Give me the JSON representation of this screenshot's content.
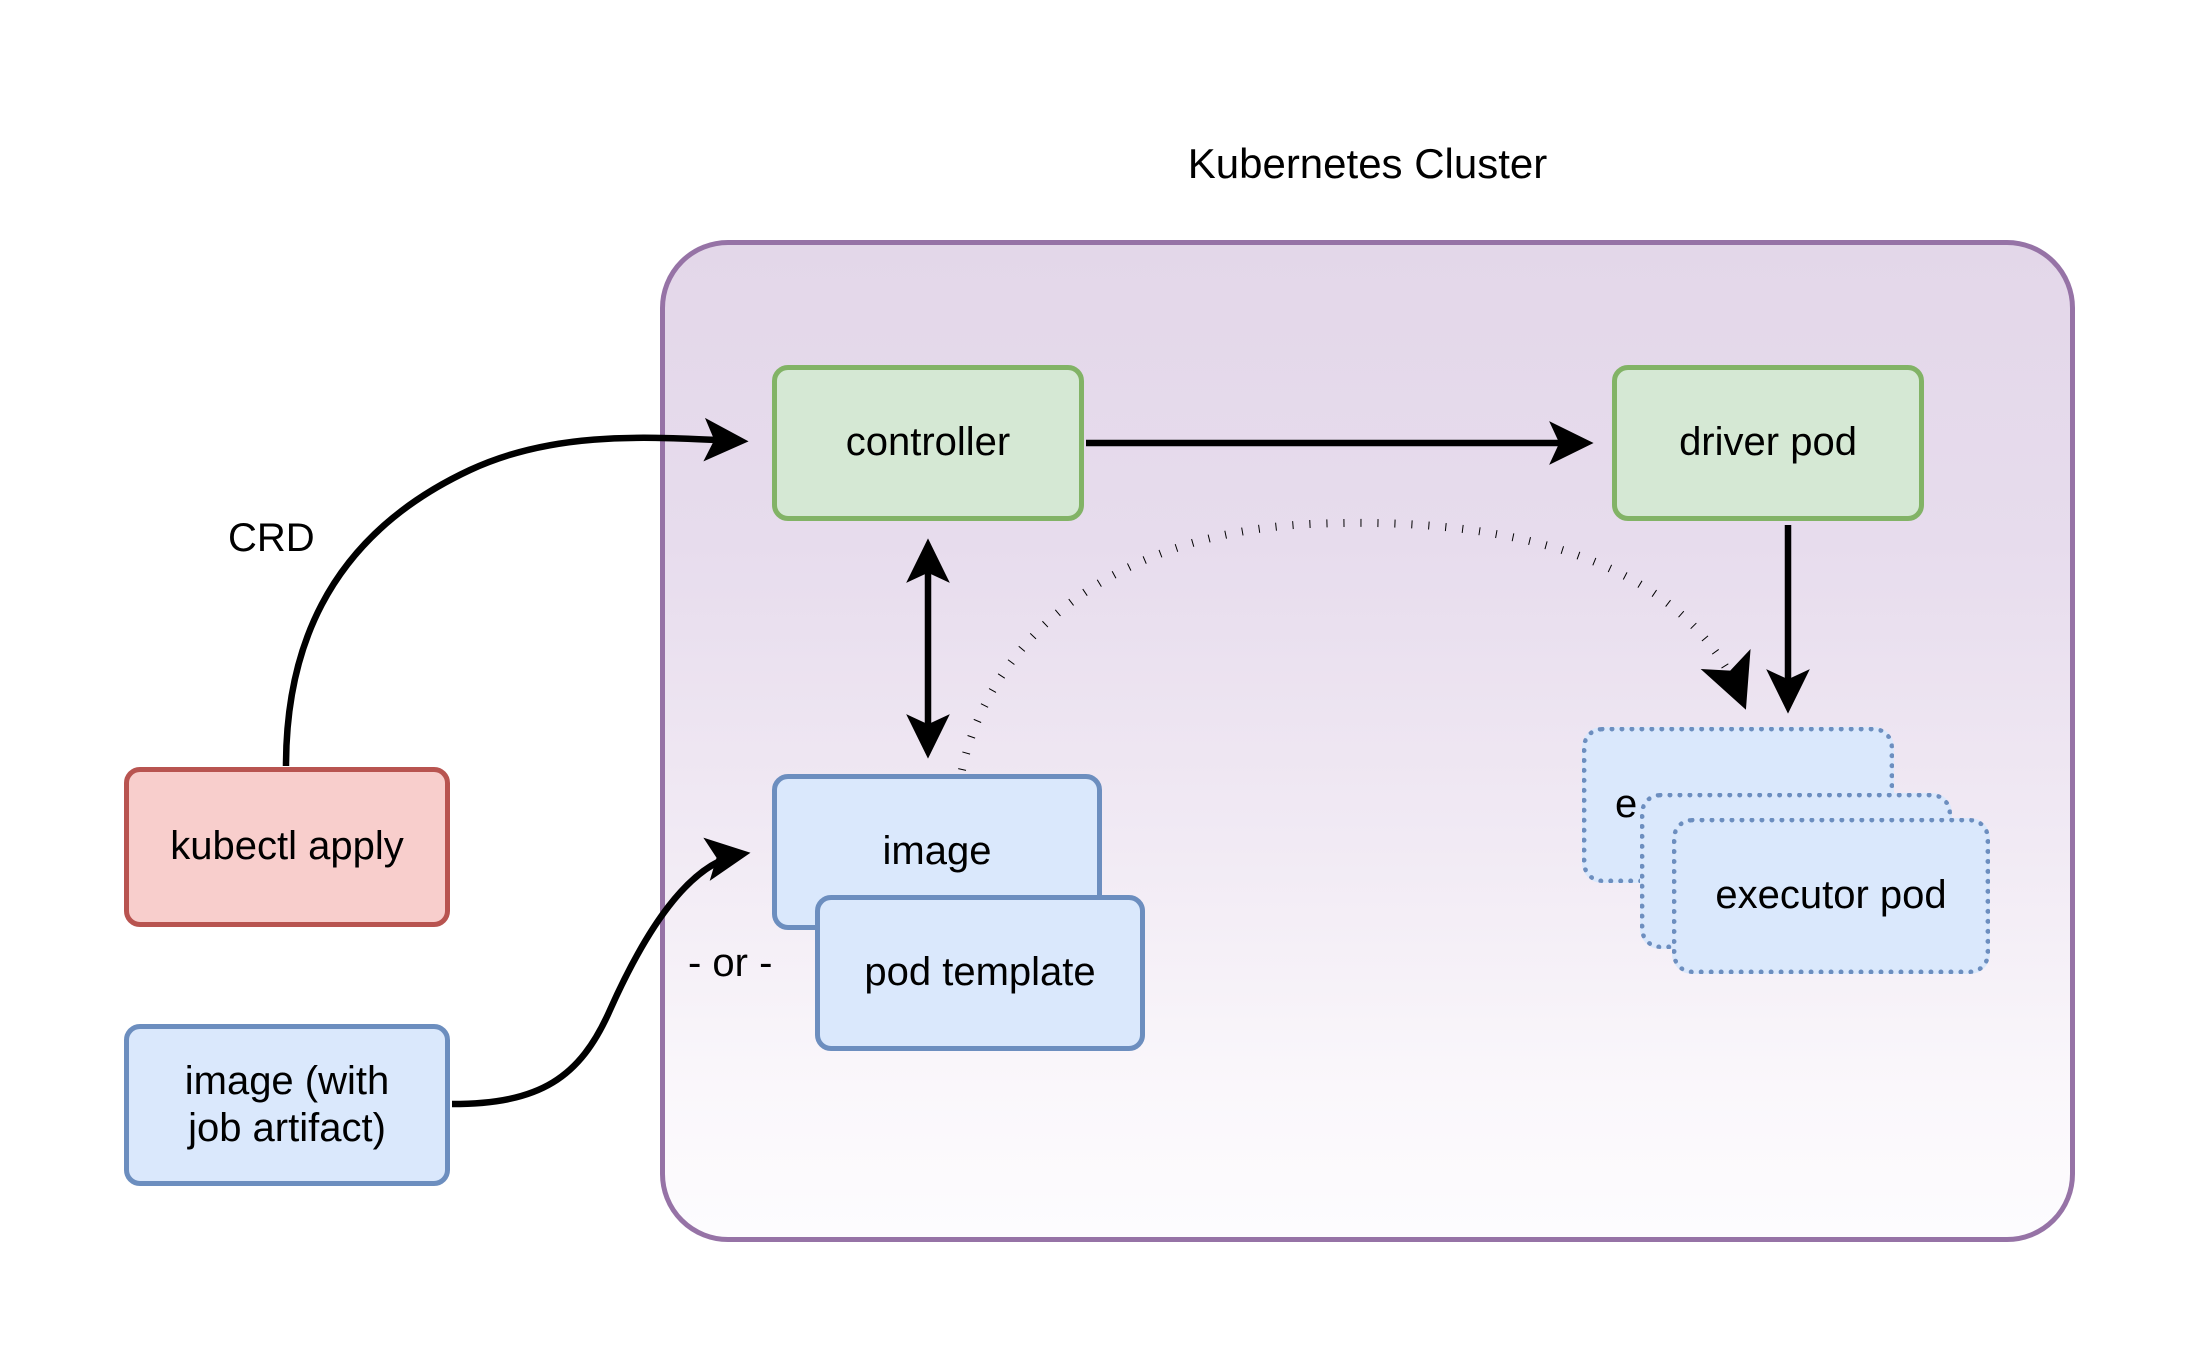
{
  "diagram": {
    "type": "architecture-flow",
    "title": "Kubernetes Cluster",
    "background_color": "#ffffff"
  },
  "cluster": {
    "label": "Kubernetes Cluster",
    "border_color": "#9673a6",
    "fill_gradient_start": "#e1d5e7",
    "fill_gradient_end": "#fbf9fb"
  },
  "palette": {
    "green_fill": "#d5e8d4",
    "green_border": "#82b366",
    "blue_fill": "#dae8fc",
    "blue_border": "#6c8ebf",
    "red_fill": "#f8cecc",
    "red_border": "#b85450",
    "purple_border": "#9673a6",
    "edge_color": "#000000"
  },
  "nodes": {
    "controller": {
      "label": "controller",
      "style": "green",
      "inside_cluster": true
    },
    "driver_pod": {
      "label": "driver pod",
      "style": "green",
      "inside_cluster": true
    },
    "executor_pods": {
      "style": "blue-dotted",
      "stack_count": 3,
      "labels": [
        "executor pod",
        "executor pod",
        "executor pod"
      ],
      "visible_labels": [
        "e",
        "e",
        "executor pod"
      ],
      "inside_cluster": true
    },
    "image": {
      "label": "image",
      "style": "blue",
      "inside_cluster": true
    },
    "pod_template": {
      "label": "pod template",
      "style": "blue",
      "inside_cluster": true
    },
    "kubectl_apply": {
      "label": "kubectl apply",
      "style": "red",
      "inside_cluster": false
    },
    "image_with_job_artifact": {
      "label_line_1": "image (with",
      "label_line_2": "job artifact)",
      "style": "blue",
      "inside_cluster": false
    }
  },
  "edge_labels": {
    "crd": "CRD",
    "or": "- or -"
  },
  "edges": [
    {
      "from": "kubectl_apply",
      "to": "controller",
      "label": "CRD",
      "style": "solid-curved",
      "arrow": "end"
    },
    {
      "from": "controller",
      "to": "driver_pod",
      "label": "",
      "style": "solid-straight",
      "arrow": "end"
    },
    {
      "from": "controller",
      "to": "image",
      "label": "",
      "style": "solid-straight",
      "arrow": "both"
    },
    {
      "from": "driver_pod",
      "to": "executor_pods",
      "label": "",
      "style": "solid-straight",
      "arrow": "end"
    },
    {
      "from": "image",
      "to": "executor_pods",
      "label": "",
      "style": "dotted-curved",
      "arrow": "end"
    },
    {
      "from": "image_with_job_artifact",
      "to": "image",
      "label": "",
      "style": "solid-curved",
      "arrow": "end"
    }
  ]
}
